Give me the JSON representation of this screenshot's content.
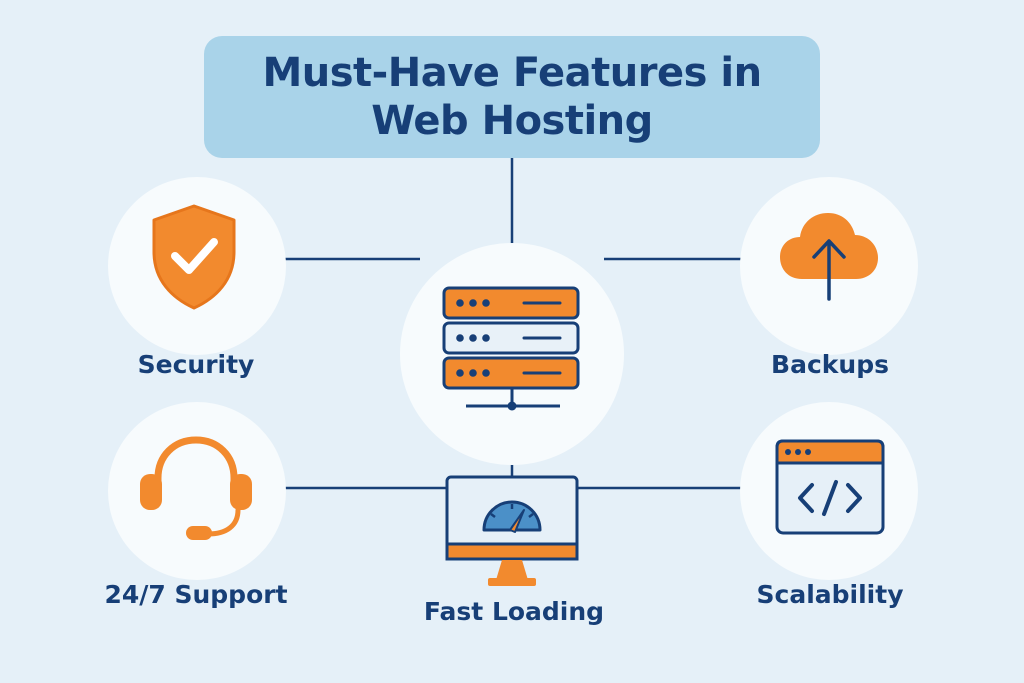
{
  "title": {
    "line1": "Must-Have Features in",
    "line2": "Web Hosting"
  },
  "center": {
    "icon": "server-icon"
  },
  "features": [
    {
      "label": "Security",
      "icon": "shield-check-icon"
    },
    {
      "label": "Backups",
      "icon": "cloud-upload-icon"
    },
    {
      "label": "24/7 Support",
      "icon": "headset-icon"
    },
    {
      "label": "Fast Loading",
      "icon": "speedometer-monitor-icon"
    },
    {
      "label": "Scalability",
      "icon": "code-window-icon"
    }
  ],
  "colors": {
    "background": "#e5f0f8",
    "title_box": "#a9d3e9",
    "navy": "#173f77",
    "orange": "#f28a2e",
    "blue": "#4b90c8",
    "circle": "#f7fbfd"
  }
}
